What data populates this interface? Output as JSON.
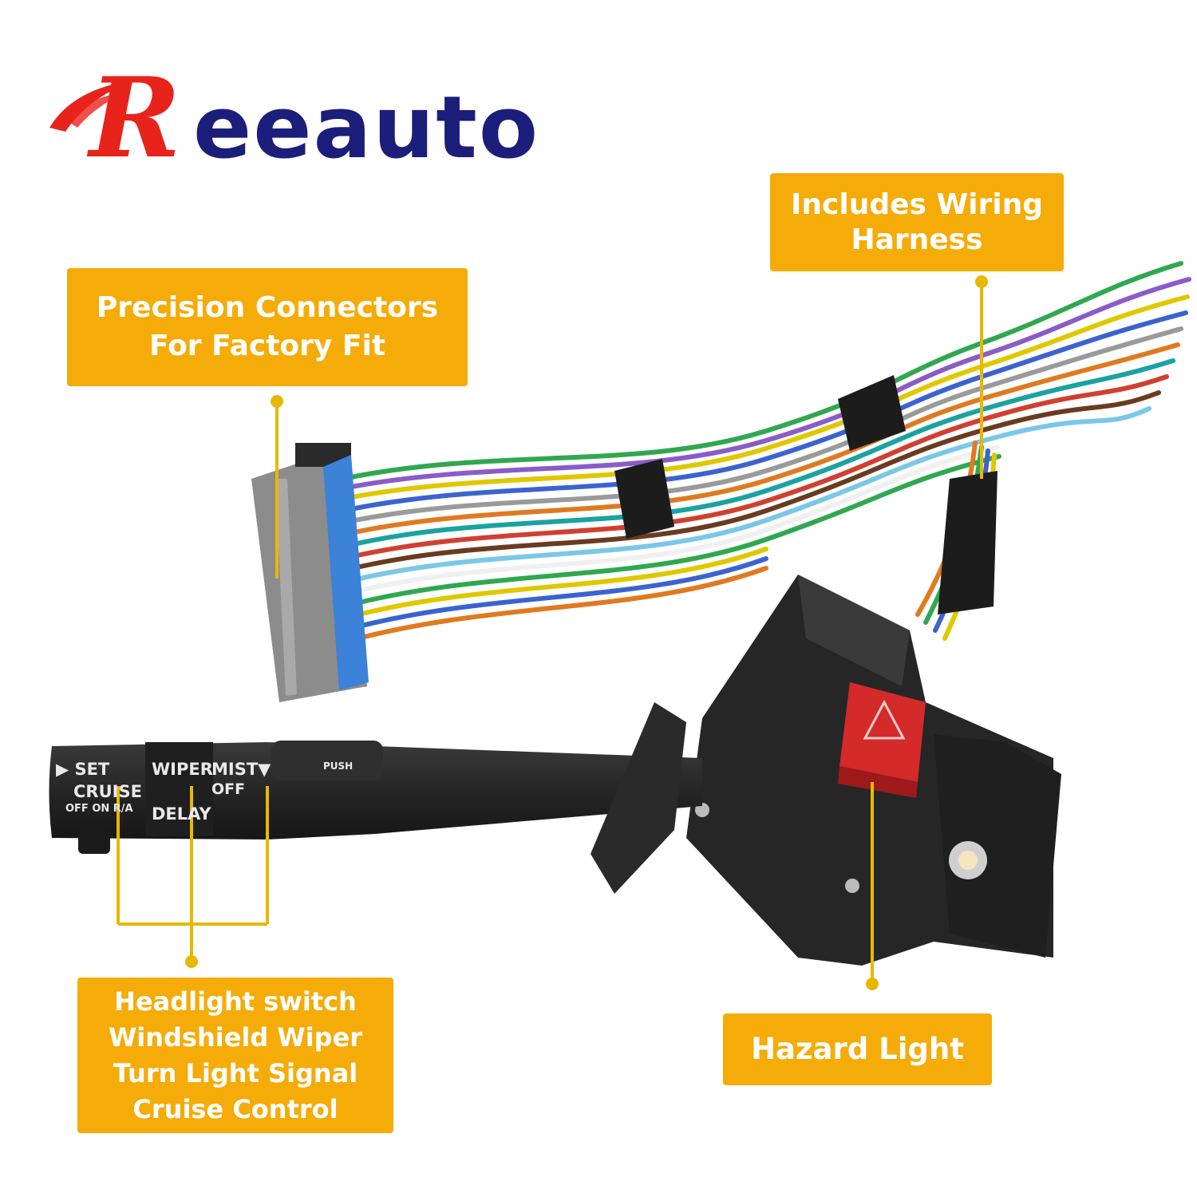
{
  "brand": {
    "logo_initial": "R",
    "logo_rest": "eeauto",
    "initial_color": "#e8231b",
    "rest_color": "#1b1e7a"
  },
  "callouts": {
    "wiring": {
      "lines": [
        "Includes Wiring",
        "Harness"
      ]
    },
    "connectors": {
      "lines": [
        "Precision Connectors",
        "For Factory Fit"
      ]
    },
    "functions": {
      "lines": [
        "Headlight switch",
        "Windshield Wiper",
        "Turn Light Signal",
        "Cruise Control"
      ]
    },
    "hazard": {
      "lines": [
        "Hazard Light"
      ]
    }
  },
  "lever_labels": {
    "set": "▶ SET",
    "cruise": "CRUISE",
    "cruise_states": "OFF ON R/A",
    "wiper": "WIPER",
    "mist": "MIST▼",
    "off": "OFF",
    "delay": "DELAY",
    "push": "PUSH"
  },
  "colors": {
    "callout_bg": "#f5ac08",
    "callout_line": "#e8b800",
    "housing": "#262626",
    "connector_gray": "#8c8c8c",
    "hazard_red": "#d42a2a"
  }
}
